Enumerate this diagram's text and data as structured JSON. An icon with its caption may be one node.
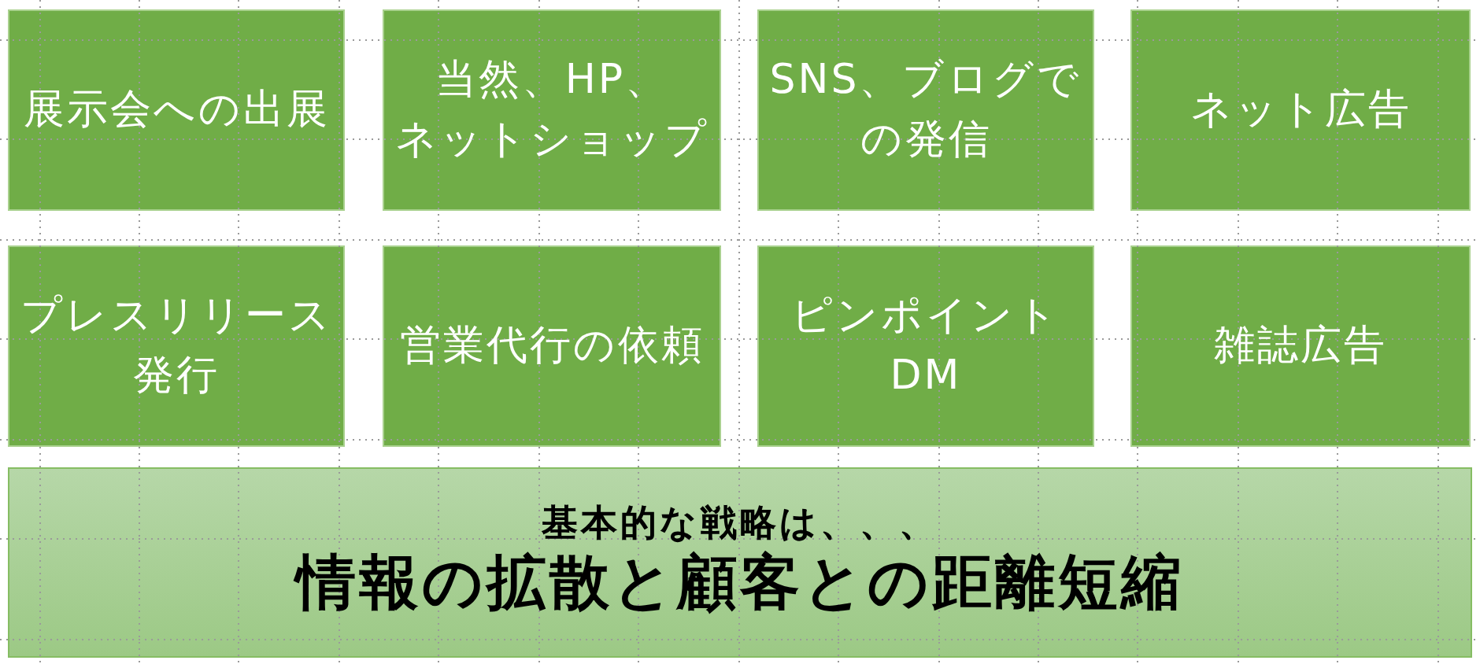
{
  "diagram": {
    "nodes": [
      {
        "text": [
          "展示会への出展"
        ]
      },
      {
        "text": [
          "当然、HP、ネットショップ"
        ]
      },
      {
        "text": [
          "SNS、ブログでの発信"
        ]
      },
      {
        "text": [
          "ネット広告"
        ]
      },
      {
        "text": [
          "プレスリリース発行"
        ]
      },
      {
        "text": [
          "営業代行の依頼"
        ]
      },
      {
        "text": [
          "ピンポイントDM"
        ]
      },
      {
        "text": [
          "雑誌広告"
        ]
      },
      {
        "text": [
          "基本的な戦略は、、、",
          "情報の拡散と顧客との距離短縮"
        ]
      }
    ]
  }
}
